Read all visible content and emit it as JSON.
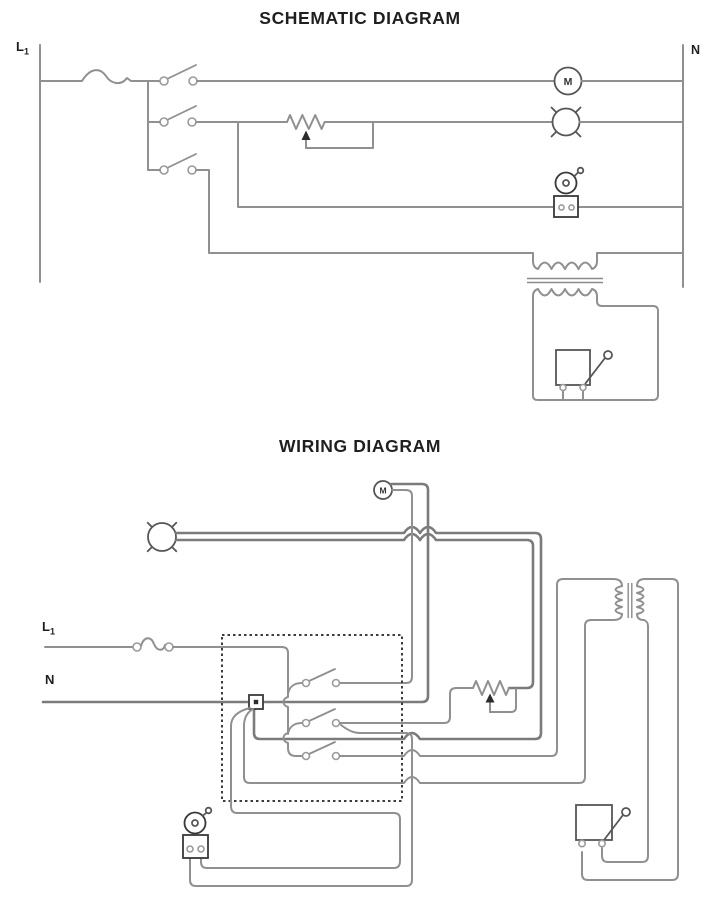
{
  "page": {
    "background": "#ffffff",
    "wire_color": "#909090",
    "component_color": "#565656",
    "text_color": "#1f1f1f"
  },
  "schematic": {
    "title": "SCHEMATIC DIAGRAM",
    "line_label_main": "L",
    "line_label_sub": "1",
    "neutral_label": "N",
    "motor_label": "M"
  },
  "wiring": {
    "title": "WIRING DIAGRAM",
    "line_label_main": "L",
    "line_label_sub": "1",
    "neutral_label": "N",
    "motor_label": "M"
  },
  "components": {
    "schematic": [
      "fuse",
      "switch",
      "switch",
      "switch",
      "motor",
      "lamp",
      "rheostat",
      "bell",
      "transformer",
      "thermostat"
    ],
    "wiring": [
      "lamp",
      "motor",
      "fuse",
      "junction-box",
      "switch",
      "switch",
      "switch",
      "rheostat",
      "transformer",
      "thermostat",
      "bell"
    ]
  }
}
